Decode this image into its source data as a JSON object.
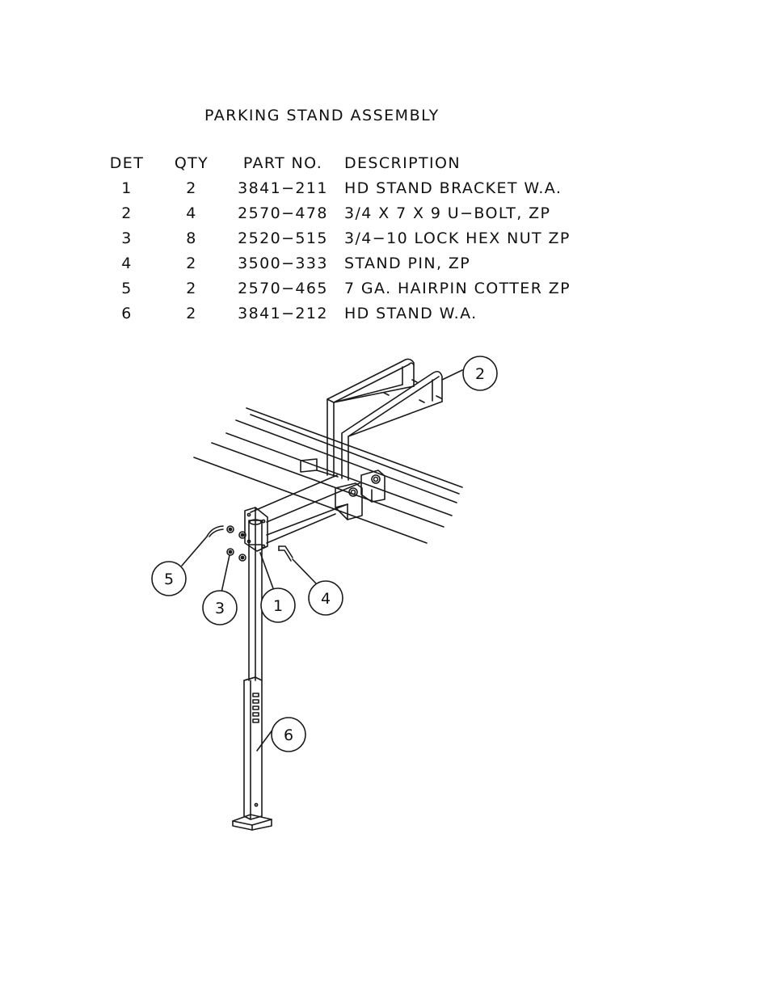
{
  "title": "PARKING STAND ASSEMBLY",
  "headers": {
    "det": "DET",
    "qty": "QTY",
    "part": "PART NO.",
    "desc": "DESCRIPTION"
  },
  "parts": [
    {
      "det": "1",
      "qty": "2",
      "part": "3841−211",
      "desc": "HD STAND BRACKET W.A."
    },
    {
      "det": "2",
      "qty": "4",
      "part": "2570−478",
      "desc": "3/4 X 7 X 9 U−BOLT, ZP"
    },
    {
      "det": "3",
      "qty": "8",
      "part": "2520−515",
      "desc": "3/4−10 LOCK HEX NUT ZP"
    },
    {
      "det": "4",
      "qty": "2",
      "part": "3500−333",
      "desc": "STAND PIN, ZP"
    },
    {
      "det": "5",
      "qty": "2",
      "part": "2570−465",
      "desc": "7 GA. HAIRPIN COTTER ZP"
    },
    {
      "det": "6",
      "qty": "2",
      "part": "3841−212",
      "desc": "HD STAND W.A."
    }
  ],
  "balloons": {
    "b1": "1",
    "b2": "2",
    "b3": "3",
    "b4": "4",
    "b5": "5",
    "b6": "6"
  }
}
